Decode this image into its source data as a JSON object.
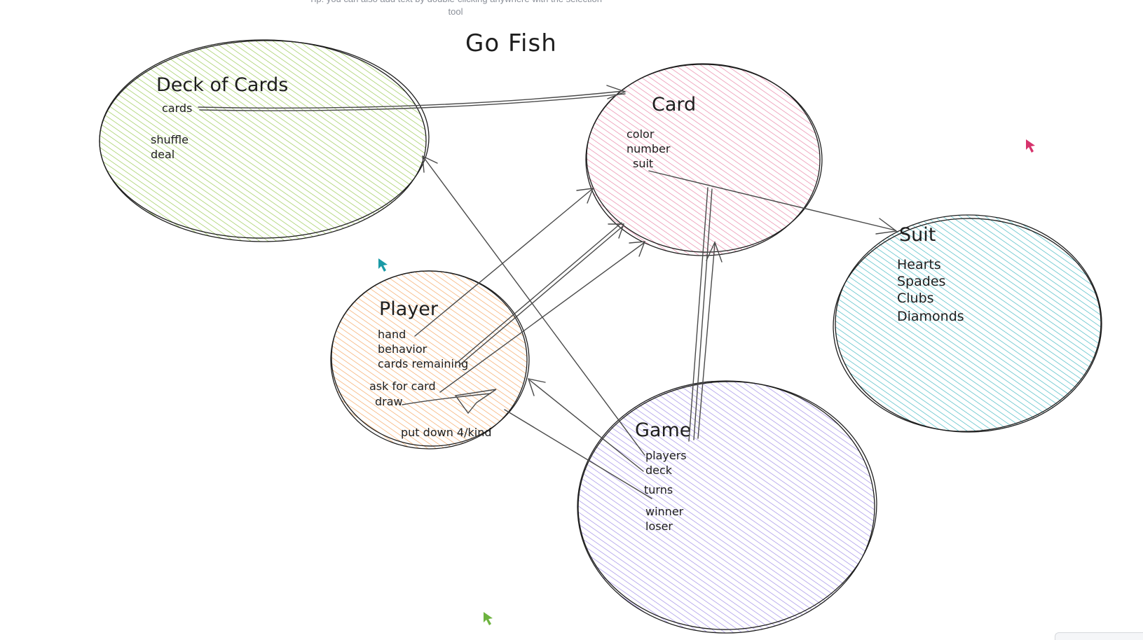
{
  "tip": "Tip: you can also add text by double-clicking anywhere with the selection tool",
  "title": "Go Fish",
  "nodes": {
    "deck": {
      "name": "Deck of Cards",
      "items": [
        "cards",
        "shuffle",
        "deal"
      ],
      "color": "#94c74a"
    },
    "card": {
      "name": "Card",
      "items": [
        "color",
        "number",
        "suit"
      ],
      "color": "#e87fa3"
    },
    "suit": {
      "name": "Suit",
      "items": [
        "Hearts",
        "Spades",
        "Clubs",
        "Diamonds"
      ],
      "color": "#3bb5bf"
    },
    "player": {
      "name": "Player",
      "items": [
        "hand",
        "behavior",
        "cards remaining",
        "ask for card",
        "draw",
        "put down 4/kind"
      ],
      "color": "#f5a35c"
    },
    "game": {
      "name": "Game",
      "items": [
        "players",
        "deck",
        "turns",
        "winner",
        "loser"
      ],
      "color": "#9b87e6"
    }
  },
  "cursors": [
    {
      "icon": "cursor-arrow-icon",
      "color": "#1a9aa6"
    },
    {
      "icon": "cursor-arrow-icon",
      "color": "#d6336c"
    },
    {
      "icon": "cursor-arrow-icon",
      "color": "#6db33f"
    }
  ]
}
